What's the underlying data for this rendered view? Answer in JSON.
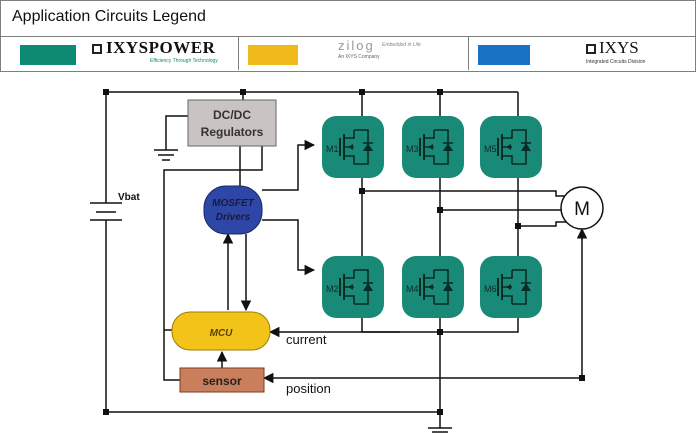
{
  "legend": {
    "title": "Application Circuits Legend",
    "colors": {
      "ixyspower": "#0e8a73",
      "zilog": "#f0b91b",
      "ixys_ic": "#1a72c3"
    },
    "brands": {
      "ixyspower_main": "IXYSPOWER",
      "ixyspower_tag": "Efficiency Through Technology",
      "zilog_main": "zilog",
      "zilog_tag": "Embedded in Life",
      "zilog_sub": "An IXYS Company",
      "ixys_main": "IXYS",
      "ixys_tag": "Integrated Circuits Division"
    }
  },
  "diagram": {
    "dcdc_line1": "DC/DC",
    "dcdc_line2": "Regulators",
    "driver_line1": "MOSFET",
    "driver_line2": "Drivers",
    "mcu": "MCU",
    "sensor": "sensor",
    "battery": "Vbat",
    "motor": "M",
    "current": "current",
    "position": "position",
    "mosfets": [
      "M1",
      "M3",
      "M5",
      "M2",
      "M4",
      "M6"
    ],
    "colors": {
      "mosfet": "#1a8a78",
      "driver": "#2e47a6",
      "mcu": "#f2c318",
      "sensor": "#c97f5b",
      "dcdc": "#c9c4c2"
    }
  }
}
